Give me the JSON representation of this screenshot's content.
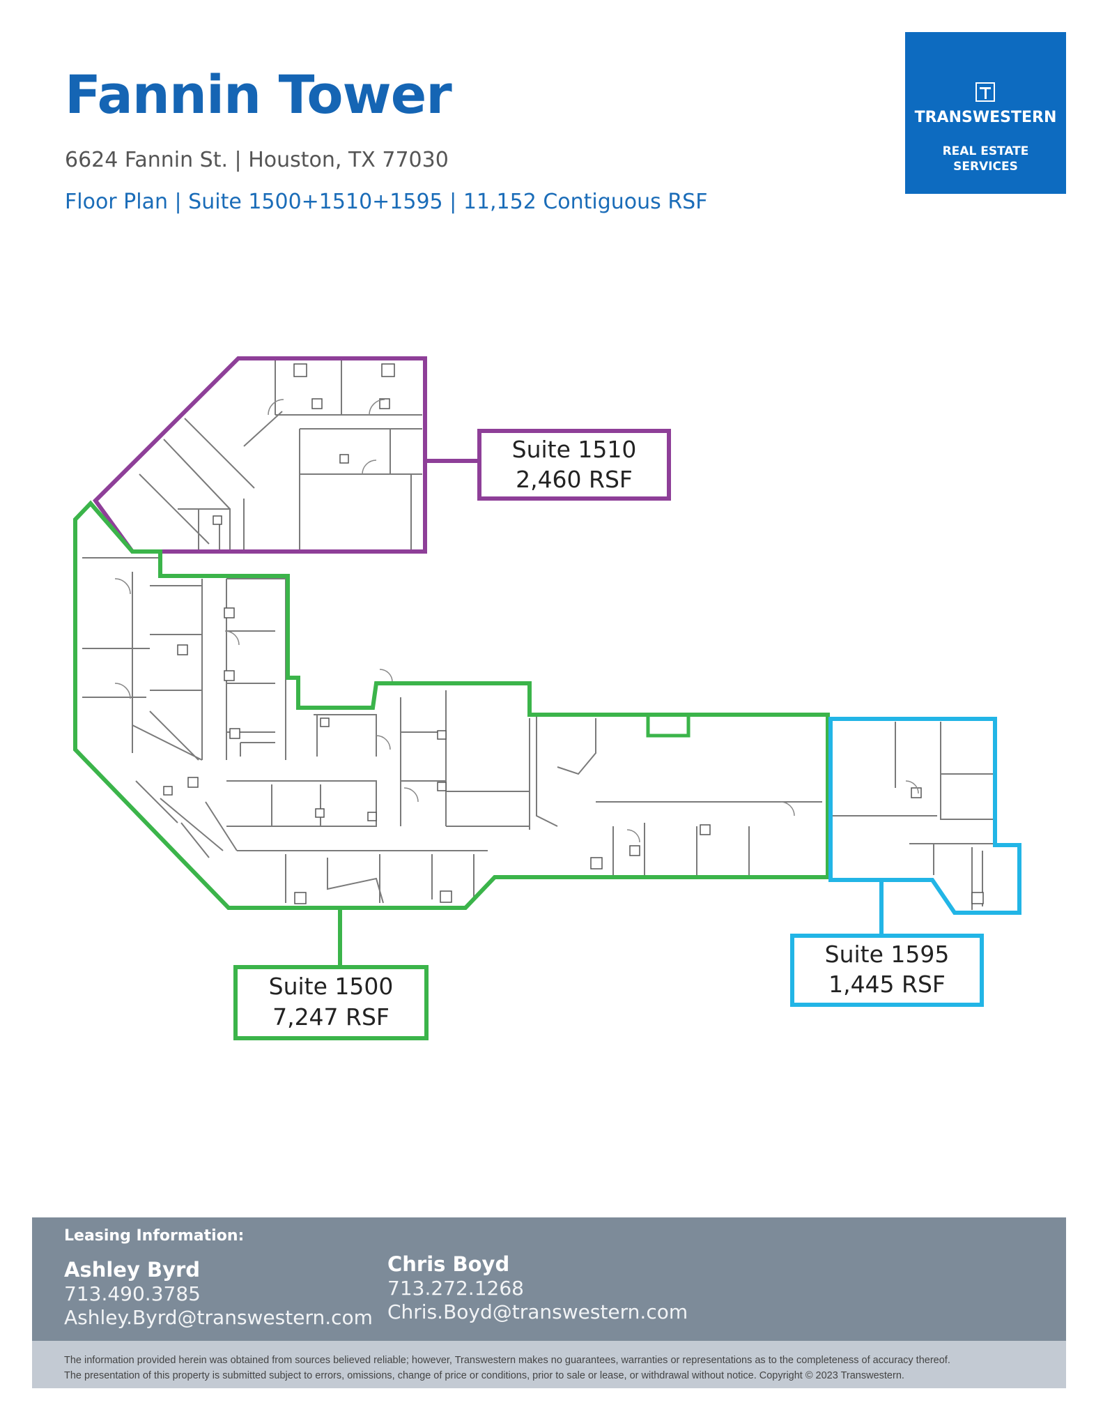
{
  "header": {
    "title": "Fannin Tower",
    "address": "6624 Fannin St. | Houston, TX 77030",
    "subtitle": "Floor Plan | Suite 1500+1510+1595 | 11,152 Contiguous RSF"
  },
  "logo": {
    "name": "TRANSWESTERN",
    "line1": "REAL ESTATE",
    "line2": "SERVICES",
    "color": "#0d6bc0"
  },
  "suites": [
    {
      "name": "Suite 1510",
      "rsf": "2,460 RSF",
      "color": "#8e3f98"
    },
    {
      "name": "Suite 1500",
      "rsf": "7,247 RSF",
      "color": "#3bb44a"
    },
    {
      "name": "Suite 1595",
      "rsf": "1,445 RSF",
      "color": "#22b5e6"
    }
  ],
  "leasing": {
    "heading": "Leasing Information:",
    "contacts": [
      {
        "name": "Ashley Byrd",
        "phone": "713.490.3785",
        "email": "Ashley.Byrd@transwestern.com"
      },
      {
        "name": "Chris Boyd",
        "phone": "713.272.1268",
        "email": "Chris.Boyd@transwestern.com"
      }
    ]
  },
  "disclaimer": {
    "line1": "The information provided herein was obtained from sources believed reliable; however, Transwestern makes no guarantees, warranties or representations as to the completeness of accuracy thereof.",
    "line2": "The presentation of this property is submitted subject to errors, omissions, change of price or conditions, prior to sale or lease, or withdrawal without notice. Copyright © 2023 Transwestern."
  }
}
